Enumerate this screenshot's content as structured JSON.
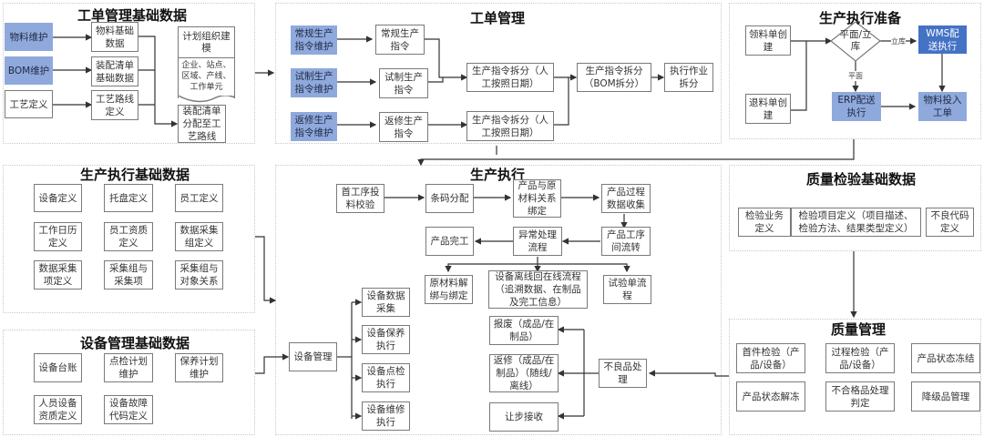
{
  "panels": {
    "wo_base": {
      "title": "工单管理基础数据",
      "boxes": [
        "物料维护",
        "BOM维护",
        "工艺定义",
        "物料基础数据",
        "装配清单基础数据",
        "工艺路线定义",
        "装配清单分配至工艺路线"
      ],
      "doc": {
        "title": "计划组织建模",
        "body": "企业、站点、区域、产线、工作单元"
      }
    },
    "wo_mgmt": {
      "title": "工单管理",
      "boxes": [
        "常规生产指令维护",
        "试制生产指令维护",
        "返修生产指令维护",
        "常规生产指令",
        "试制生产指令",
        "返修生产指令",
        "生产指令拆分（人工按照日期）",
        "生产指令拆分（人工按照日期）",
        "生产指令拆分（BOM拆分）",
        "执行作业拆分"
      ]
    },
    "prep": {
      "title": "生产执行准备",
      "boxes": [
        "领料单创建",
        "退料单创建",
        "WMS配送执行",
        "ERP配送执行",
        "物料投入工单"
      ],
      "decision": "平面/立库",
      "edge_labels": {
        "to_wms": "立库",
        "to_erp": "平面"
      }
    },
    "exec_base": {
      "title": "生产执行基础数据",
      "boxes": [
        "设备定义",
        "托盘定义",
        "员工定义",
        "工作日历定义",
        "员工资质定义",
        "数据采集组定义",
        "数据采集项定义",
        "采集组与采集项",
        "采集组与对象关系"
      ]
    },
    "equip_base": {
      "title": "设备管理基础数据",
      "boxes": [
        "设备台账",
        "点检计划维护",
        "保养计划维护",
        "人员设备资质定义",
        "设备故障代码定义"
      ]
    },
    "exec": {
      "title": "生产执行",
      "boxes": [
        "首工序投料校验",
        "条码分配",
        "产品与原材料关系绑定",
        "产品过程数据收集",
        "产品完工",
        "异常处理流程",
        "产品工序间流转",
        "原材料解绑与绑定",
        "设备离线回在线流程（追溯数据、在制品及完工信息）",
        "试验单流程",
        "设备管理",
        "设备数据采集",
        "设备保养执行",
        "设备点检执行",
        "设备维修执行",
        "报废（成品/在制品）",
        "返修（成品/在制品）（随线/离线）",
        "让步接收",
        "不良品处理"
      ]
    },
    "qc_base": {
      "title": "质量检验基础数据",
      "boxes": [
        "检验业务定义",
        "检验项目定义（项目描述、检验方法、结果类型定义）",
        "不良代码定义"
      ]
    },
    "qc": {
      "title": "质量管理",
      "boxes": [
        "首件检验（产品/设备）",
        "过程检验（产品/设备）",
        "产品状态冻结",
        "产品状态解冻",
        "不合格品处理判定",
        "降级品管理"
      ]
    }
  },
  "colors": {
    "blue_fill": "#8fa9dc",
    "dark_blue_fill": "#4472c4",
    "border": "#7a7a7a",
    "line": "#333333"
  }
}
